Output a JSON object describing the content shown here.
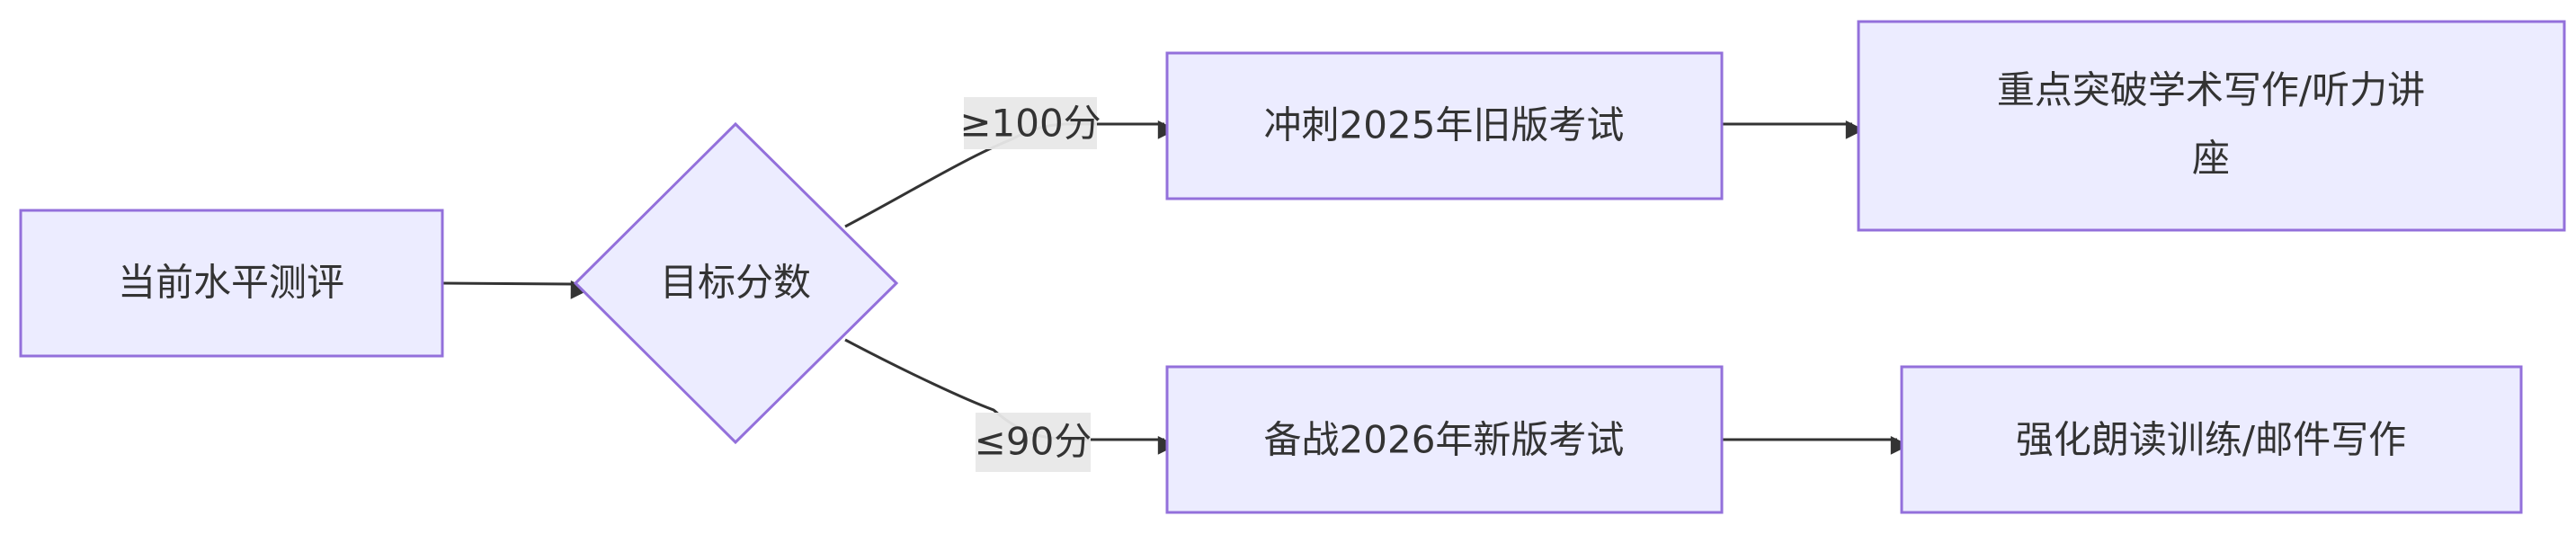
{
  "nodes": {
    "assessment": "当前水平测评",
    "decision": "目标分数",
    "old_exam": "冲刺2025年旧版考试",
    "academic_line1": "重点突破学术写作/听力讲",
    "academic_line2": "座",
    "new_exam": "备战2026年新版考试",
    "reading": "强化朗读训练/邮件写作"
  },
  "edges": {
    "high_label": "≥100分",
    "low_label": "≤90分"
  },
  "colors": {
    "node_fill": "#ECECFF",
    "node_stroke": "#9370DB",
    "edge": "#333333",
    "edge_label_bg": "#E8E8E8",
    "text": "#333333"
  }
}
